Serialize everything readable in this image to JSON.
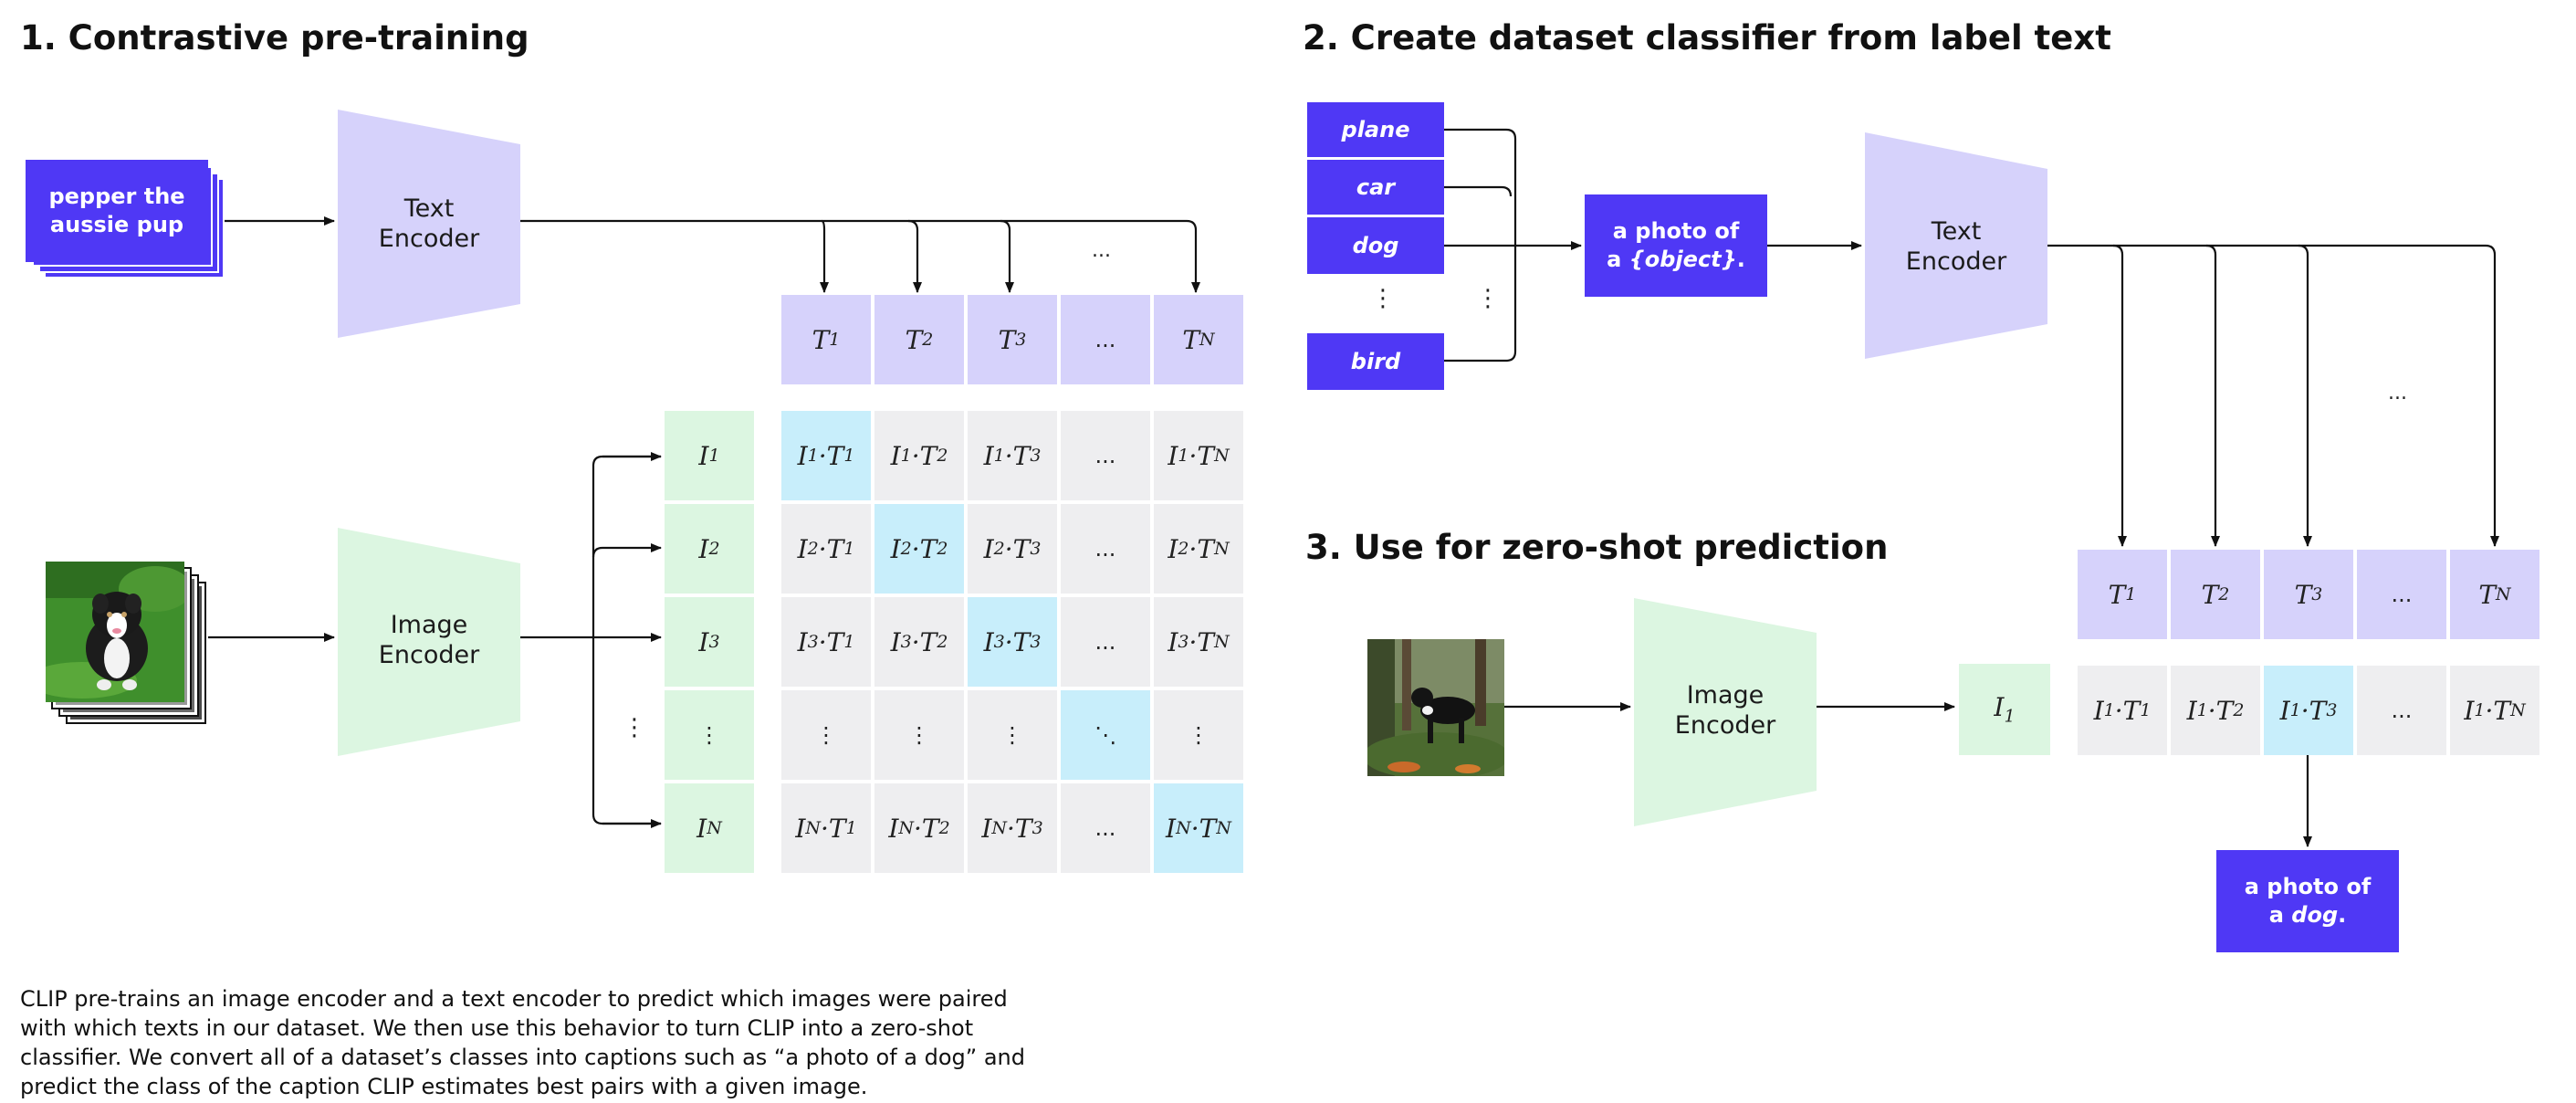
{
  "section1": {
    "title": "1. Contrastive pre-training",
    "text_input": [
      "pepper the",
      "aussie pup"
    ],
    "text_encoder": [
      "Text",
      "Encoder"
    ],
    "image_encoder": [
      "Image",
      "Encoder"
    ],
    "top_dots": "...",
    "text_features": [
      "T_1",
      "T_2",
      "T_3",
      "...",
      "T_N"
    ],
    "image_features": [
      "I_1",
      "I_2",
      "I_3",
      "⋮",
      "I_N"
    ],
    "matrix_rows": [
      [
        "I_1·T_1",
        "I_1·T_2",
        "I_1·T_3",
        "...",
        "I_1·T_N"
      ],
      [
        "I_2·T_1",
        "I_2·T_2",
        "I_2·T_3",
        "...",
        "I_2·T_N"
      ],
      [
        "I_3·T_1",
        "I_3·T_2",
        "I_3·T_3",
        "...",
        "I_3·T_N"
      ],
      [
        "⋮",
        "⋮",
        "⋮",
        "⋱",
        "⋮"
      ],
      [
        "I_N·T_1",
        "I_N·T_2",
        "I_N·T_3",
        "...",
        "I_N·T_N"
      ]
    ],
    "side_dots": "⋮"
  },
  "section2": {
    "title": "2. Create dataset classifier from label text",
    "classes": [
      "plane",
      "car",
      "dog",
      "bird"
    ],
    "class_dots": "⋮",
    "template_line1": "a photo of",
    "template_line2_prefix": "a ",
    "template_line2_obj": "{object}",
    "template_line2_suffix": ".",
    "text_encoder": [
      "Text",
      "Encoder"
    ],
    "right_dots": "..."
  },
  "section3": {
    "title": "3. Use for zero-shot prediction",
    "image_encoder": [
      "Image",
      "Encoder"
    ],
    "image_feature": "I_1",
    "text_features": [
      "T_1",
      "T_2",
      "T_3",
      "...",
      "T_N"
    ],
    "scores": [
      "I_1·T_1",
      "I_1·T_2",
      "I_1·T_3",
      "...",
      "I_1·T_N"
    ],
    "result_line1": "a photo of",
    "result_line2_prefix": "a ",
    "result_line2_obj": "dog",
    "result_line2_suffix": "."
  },
  "caption": [
    "CLIP pre-trains an image encoder and a text encoder to predict which images were paired",
    "with which texts in our dataset. We then use this behavior to turn CLIP into a zero-shot",
    "classifier. We convert all of a dataset’s classes into captions such as “a photo of a dog” and",
    "predict the class of the caption CLIP estimates best pairs with a given image."
  ],
  "colors": {
    "purple": "#4f38f5",
    "lavender": "#d6d2fb",
    "mint": "#dcf6e1",
    "grey": "#eeeef0",
    "cyan": "#c8eefb"
  }
}
